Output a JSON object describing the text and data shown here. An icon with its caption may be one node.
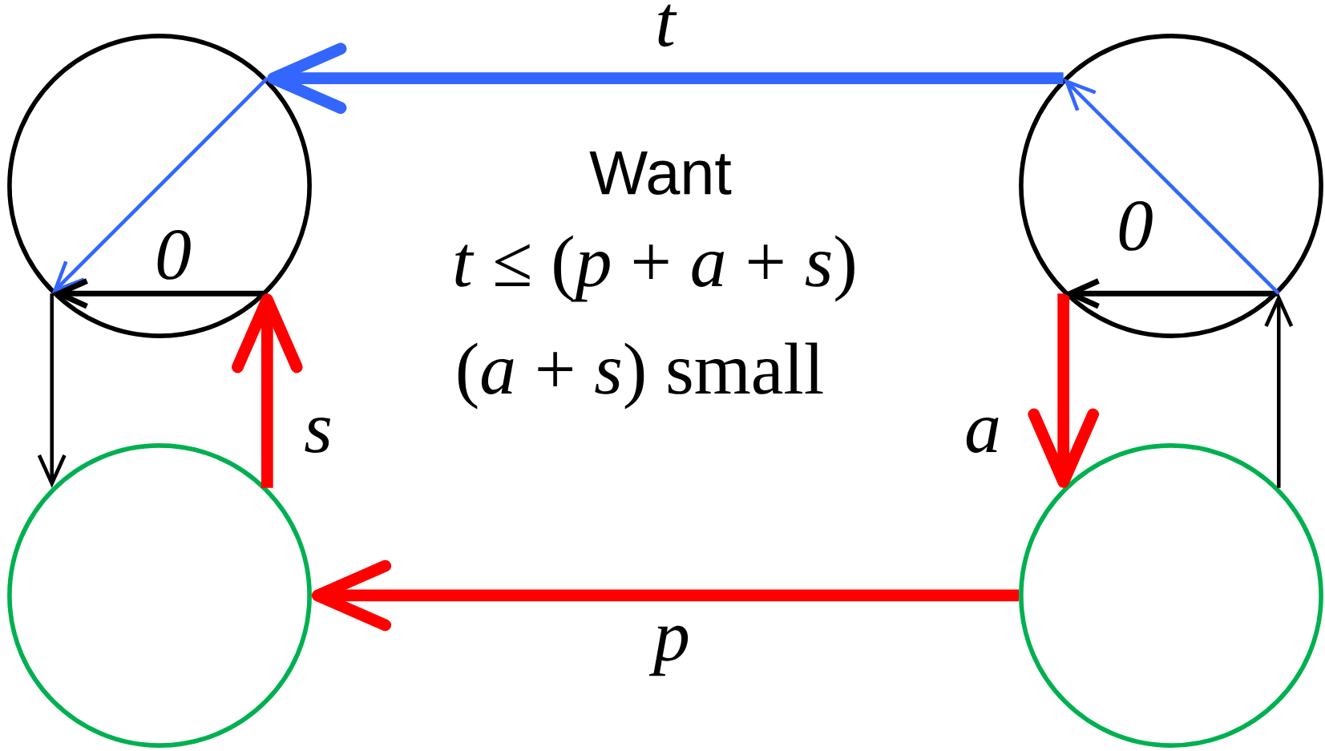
{
  "diagram": {
    "nodes": [
      {
        "text": [],
        "shape": "circle"
      },
      {
        "text": [],
        "shape": "circle"
      },
      {
        "text": [],
        "shape": "circle"
      },
      {
        "text": [],
        "shape": "circle"
      }
    ],
    "edges": [
      {
        "from": 1,
        "to": 0,
        "arrow": "to",
        "label": "t",
        "style": "thick",
        "color": "#3366ff"
      },
      {
        "from": 0,
        "to": 0,
        "arrow": "to",
        "color": "#3366ff"
      },
      {
        "from": 0,
        "to": 0,
        "arrow": "to",
        "label": "0"
      },
      {
        "from": 0,
        "to": 2,
        "arrow": "to"
      },
      {
        "from": 2,
        "to": 0,
        "arrow": "to",
        "label": "s",
        "style": "thick",
        "color": "#ff0000"
      },
      {
        "from": 3,
        "to": 2,
        "arrow": "to",
        "label": "p",
        "style": "thick",
        "color": "#ff0000"
      },
      {
        "from": 1,
        "to": 3,
        "arrow": "to",
        "label": "a",
        "style": "thick",
        "color": "#ff0000"
      },
      {
        "from": 3,
        "to": 1,
        "arrow": "to"
      },
      {
        "from": 1,
        "to": 1,
        "arrow": "to",
        "label": "0"
      },
      {
        "from": 1,
        "to": 1,
        "arrow": "to",
        "color": "#3366ff"
      }
    ],
    "labels": [
      "Want",
      "*t* ≤ (*p* + *a* + *s*)",
      "(*a* + *s*) small"
    ]
  }
}
